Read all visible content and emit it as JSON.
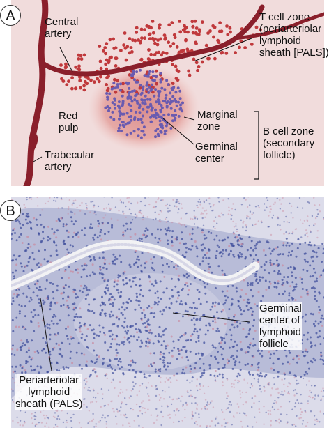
{
  "panel_a": {
    "badge": "A",
    "labels": {
      "central_artery": [
        "Central",
        "artery"
      ],
      "t_cell_zone": [
        "T cell zone",
        "(periarteriolar",
        "lymphoid",
        "sheath [PALS])"
      ],
      "red_pulp": [
        "Red",
        "pulp"
      ],
      "marginal_zone": [
        "Marginal",
        "zone"
      ],
      "germinal_center": [
        "Germinal",
        "center"
      ],
      "b_cell_zone": [
        "B cell zone",
        "(secondary",
        "follicle)"
      ],
      "trabecular_artery": [
        "Trabecular",
        "artery"
      ]
    },
    "colors": {
      "background": "#f1dcdc",
      "artery": "#8a1f2b",
      "t_cells": "#c0393c",
      "b_cells": "#6a5bb0",
      "marginal": "#e7a6a0"
    }
  },
  "panel_b": {
    "badge": "B",
    "labels": {
      "germinal_center": [
        "Germinal",
        "center of",
        "lymphoid",
        "follicle"
      ],
      "pals": [
        "Periarteriolar",
        "lymphoid",
        "sheath (PALS)"
      ]
    },
    "colors": {
      "tissue": "#dcdcea",
      "lymphocytes": "#3b4a9a",
      "vessel": "#f2f2f4",
      "red_cells": "#c98aa0"
    }
  }
}
